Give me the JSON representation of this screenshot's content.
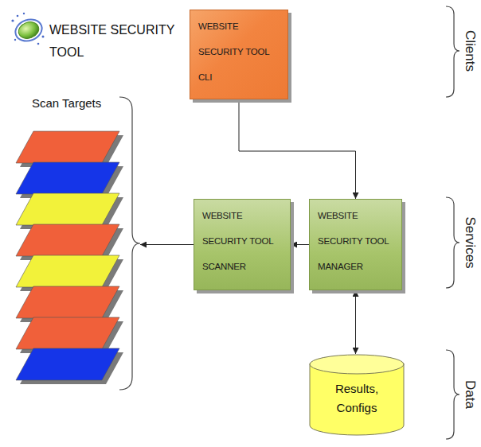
{
  "diagram": {
    "title": "WEBSITE SECURITY TOOL",
    "nodes": [
      {
        "text": [
          "WEBSITE SECURITY TOOL CLI"
        ]
      },
      {
        "text": [
          "Scan Targets"
        ]
      },
      {
        "text": [
          "WEBSITE SECURITY TOOL SCANNER"
        ]
      },
      {
        "text": [
          "WEBSITE SECURITY TOOL MANAGER"
        ]
      },
      {
        "text": [
          "Results, Configs"
        ]
      }
    ],
    "edges": [
      {
        "from": 0,
        "to": 3,
        "arrow": "to"
      },
      {
        "from": 3,
        "to": 2,
        "arrow": "to"
      },
      {
        "from": 2,
        "to": 1,
        "arrow": "to"
      },
      {
        "from": 3,
        "to": 4,
        "arrow": "both"
      }
    ],
    "labels": [
      "Clients",
      "Services",
      "Data"
    ]
  }
}
